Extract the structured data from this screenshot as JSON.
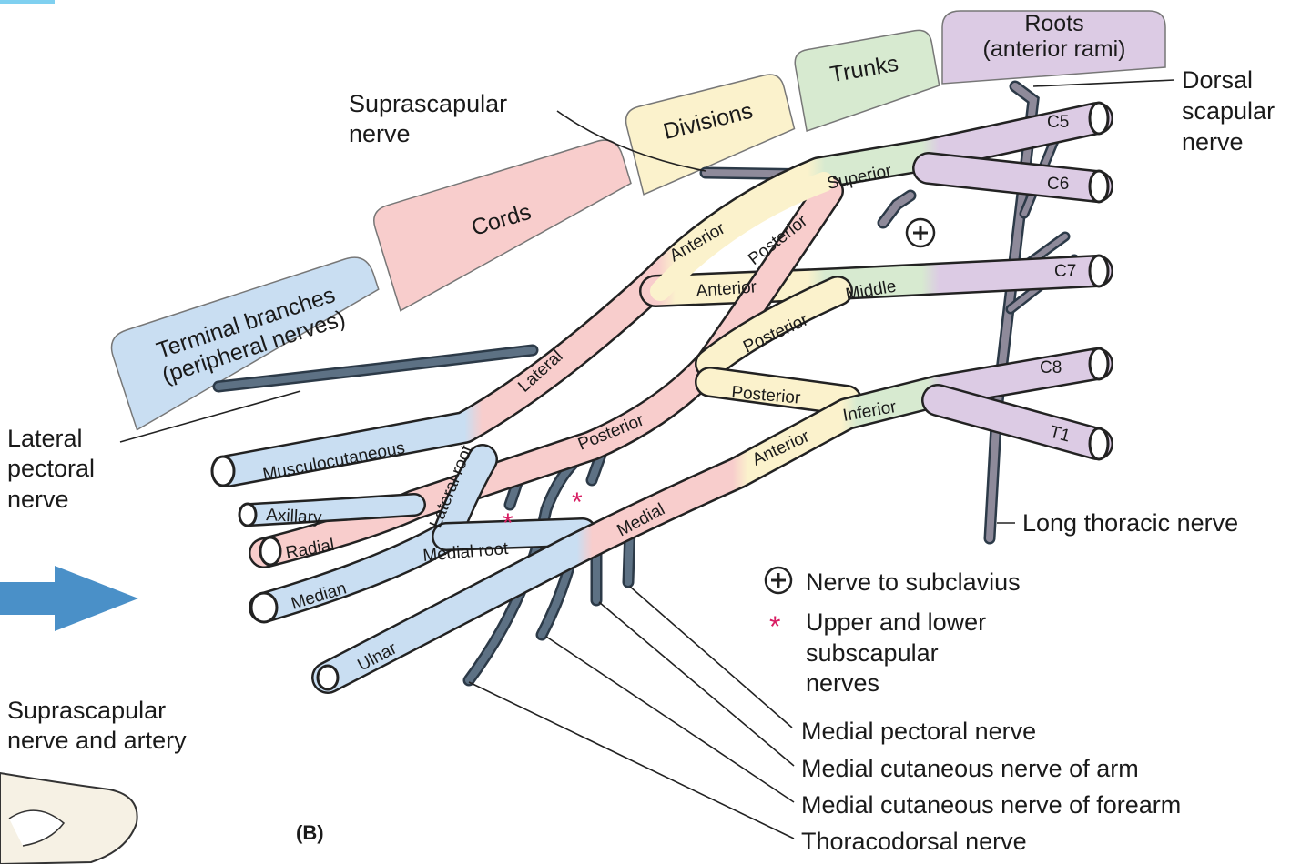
{
  "figure_label": "(B)",
  "headers": {
    "roots": [
      "Roots",
      "(anterior rami)"
    ],
    "trunks": "Trunks",
    "divisions": "Divisions",
    "cords": "Cords",
    "terminal": [
      "Terminal branches",
      "(peripheral nerves)"
    ]
  },
  "roots": [
    "C5",
    "C6",
    "C7",
    "C8",
    "T1"
  ],
  "trunks": [
    "Superior",
    "Middle",
    "Inferior"
  ],
  "divisions": {
    "ant_sup": "Anterior",
    "post_sup": "Posterior",
    "ant_mid": "Anterior",
    "post_mid": "Posterior",
    "post_inf": "Posterior",
    "ant_inf": "Anterior"
  },
  "cords": [
    "Lateral",
    "Posterior",
    "Medial"
  ],
  "roots_of_median": [
    "Lateral root",
    "Medial root"
  ],
  "terminal_branches": [
    "Musculocutaneous",
    "Axillary",
    "Radial",
    "Median",
    "Ulnar"
  ],
  "side_labels": {
    "suprascapular": [
      "Suprascapular",
      "nerve"
    ],
    "dorsal_scapular": [
      "Dorsal",
      "scapular",
      "nerve"
    ],
    "lateral_pectoral": [
      "Lateral",
      "pectoral",
      "nerve"
    ],
    "long_thoracic": "Long thoracic nerve",
    "supra_artery": [
      "Suprascapular",
      "nerve and artery"
    ]
  },
  "legend": {
    "subclavius": "Nerve to subclavius",
    "subscapular": [
      "Upper and lower",
      "subscapular",
      "nerves"
    ]
  },
  "bottom_labels": [
    "Medial pectoral nerve",
    "Medial cutaneous nerve of arm",
    "Medial cutaneous nerve of forearm",
    "Thoracodorsal nerve"
  ],
  "colors": {
    "roots": "#dccbe4",
    "trunks": "#d7ead0",
    "divisions": "#fbf2cc",
    "cords": "#f8cdcc",
    "terminal": "#c9def2",
    "branch_nerve": "#5d7184",
    "accent_star": "#d81e63",
    "arrow": "#4a90c8"
  }
}
